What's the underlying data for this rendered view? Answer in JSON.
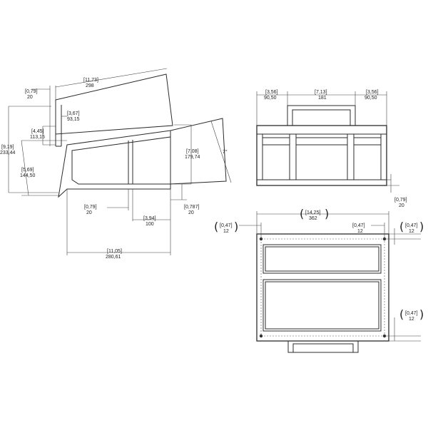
{
  "side_view": {
    "d_0_79_top": [
      "[0,79]",
      "20"
    ],
    "d_11_73": [
      "[11,73]",
      "298"
    ],
    "d_3_67": [
      "[3,67]",
      "93,15"
    ],
    "d_4_45": [
      "[4,45]",
      "113,15"
    ],
    "d_9_19": [
      "[9,19]",
      "233,44"
    ],
    "d_5_69": [
      "[5,69]",
      "144,50"
    ],
    "d_7_08": [
      "[7,08]",
      "179,74"
    ],
    "d_7deg": "7°",
    "d_0_79_bottom": [
      "[0,79]",
      "20"
    ],
    "d_0_787": [
      "[0,787]",
      "20"
    ],
    "d_3_94": [
      "[3,94]",
      "100"
    ],
    "d_11_05": [
      "[11,05]",
      "280,61"
    ]
  },
  "front_view": {
    "d_3_56_left": [
      "[3,56]",
      "90,50"
    ],
    "d_7_13": [
      "[7,13]",
      "181"
    ],
    "d_3_56_right": [
      "[3,56]",
      "90,50"
    ],
    "d_0_79_right": [
      "[0,79]",
      "20"
    ]
  },
  "top_view": {
    "d_14_25": [
      "[14,25]",
      "362"
    ],
    "d_0_47_left": [
      "[0,47]",
      "12"
    ],
    "d_0_47_inner": [
      "[0,47]",
      "12"
    ],
    "d_0_47_top_right": [
      "[0,47]",
      "12"
    ],
    "d_0_47_bottom_right": [
      "[0,47]",
      "12"
    ]
  }
}
